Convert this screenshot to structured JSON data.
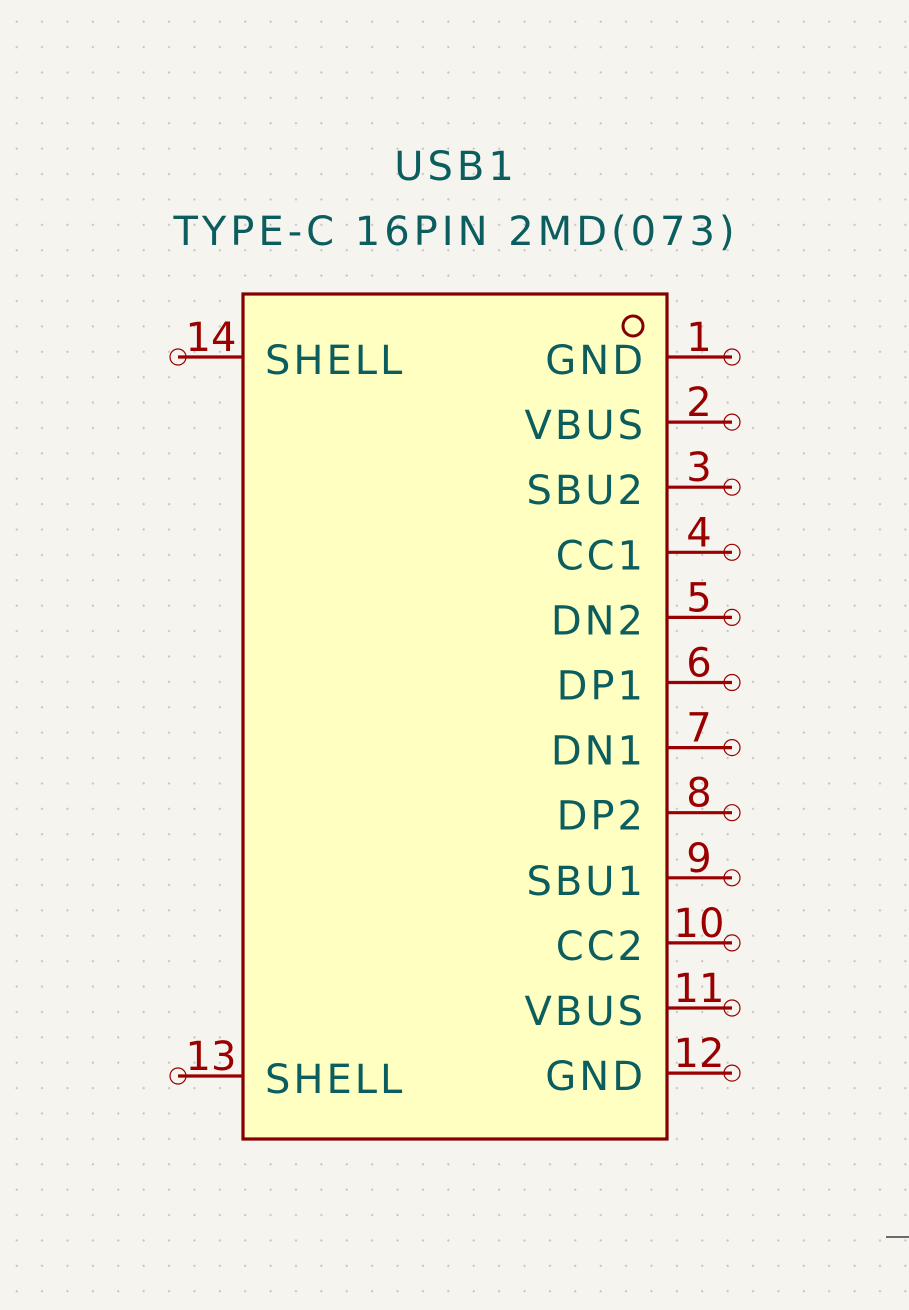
{
  "symbol": {
    "reference": "USB1",
    "value": "TYPE-C 16PIN 2MD(073)"
  },
  "colors": {
    "background": "#f5f4ef",
    "body_fill": "#ffffc2",
    "outline": "#840000",
    "pin_line": "#9a0000",
    "text": "#0b5d5e"
  },
  "pins_left": [
    {
      "number": "14",
      "name": "SHELL"
    },
    {
      "number": "13",
      "name": "SHELL"
    }
  ],
  "pins_right": [
    {
      "number": "1",
      "name": "GND"
    },
    {
      "number": "2",
      "name": "VBUS"
    },
    {
      "number": "3",
      "name": "SBU2"
    },
    {
      "number": "4",
      "name": "CC1"
    },
    {
      "number": "5",
      "name": "DN2"
    },
    {
      "number": "6",
      "name": "DP1"
    },
    {
      "number": "7",
      "name": "DN1"
    },
    {
      "number": "8",
      "name": "DP2"
    },
    {
      "number": "9",
      "name": "SBU1"
    },
    {
      "number": "10",
      "name": "CC2"
    },
    {
      "number": "11",
      "name": "VBUS"
    },
    {
      "number": "12",
      "name": "GND"
    }
  ]
}
